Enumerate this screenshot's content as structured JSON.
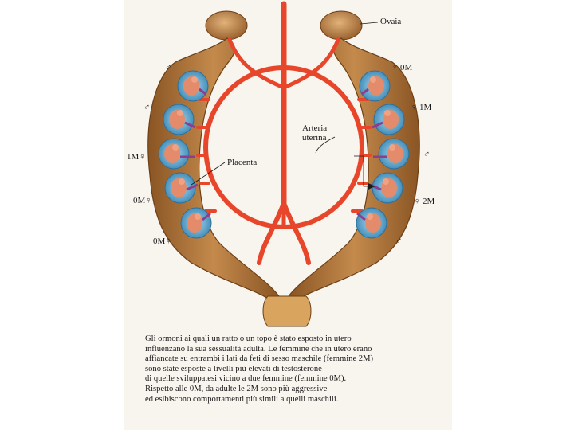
{
  "labels": {
    "ovaia": "Ovaia",
    "arteria": "Arteria\nuterina",
    "placenta": "Placenta",
    "left": [
      "♂",
      "♂",
      "1M♀",
      "0M♀",
      "0M♀"
    ],
    "right": [
      "♀ 0M",
      "♀ 1M",
      "♂",
      "♀ 2M",
      "♂"
    ]
  },
  "caption": [
    "Gli ormoni ai quali un ratto o un topo è stato esposto in utero",
    "influenzano la sua sessualità adulta. Le femmine che in utero erano",
    "affiancate su entrambi i lati da feti di sesso maschile (femmine 2M)",
    "sono state esposte a livelli più elevati di testosterone",
    "di quelle sviluppatesi vicino a due femmine (femmine 0M).",
    "Rispetto alle 0M, da adulte le 2M sono più aggressive",
    "ed esibiscono comportamenti più simili a quelli maschili."
  ],
  "colors": {
    "uterus": "#b5783a",
    "uterus_dark": "#7a4a1e",
    "ovary": "#c9894a",
    "artery": "#e8462a",
    "amnion": "#6fb7d8",
    "fetus": "#e38b6a",
    "placenta_mark": "#8e3d8e"
  }
}
